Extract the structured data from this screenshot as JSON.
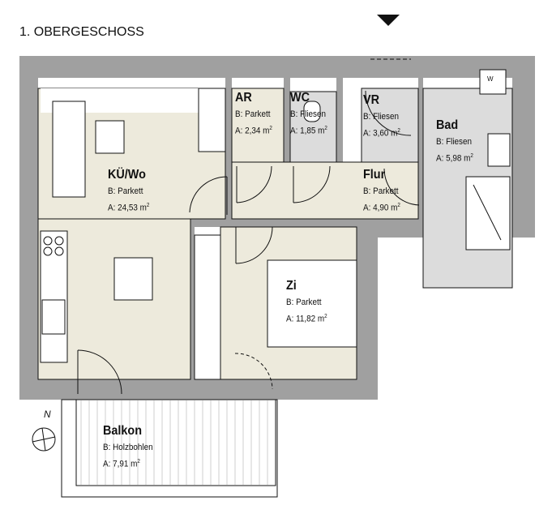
{
  "title": "1. OBERGESCHOSS",
  "north_label": "N",
  "colors": {
    "wall": "#a0a0a0",
    "dry_room": "#edeadc",
    "wet_room": "#dcdcdc",
    "line": "#111111"
  },
  "rooms": [
    {
      "name": "KÜ/Wo",
      "floor": "B: Parkett",
      "area": "A: 24,53 m",
      "area_unit_sup": "2"
    },
    {
      "name": "AR",
      "floor": "B: Parkett",
      "area": "A: 2,34 m",
      "area_unit_sup": "2"
    },
    {
      "name": "WC",
      "floor": "B: Fliesen",
      "area": "A: 1,85 m",
      "area_unit_sup": "2"
    },
    {
      "name": "VR",
      "floor": "B: Fliesen",
      "area": "A: 3,60 m",
      "area_unit_sup": "2"
    },
    {
      "name": "Bad",
      "floor": "B: Fliesen",
      "area": "A: 5,98 m",
      "area_unit_sup": "2"
    },
    {
      "name": "Flur",
      "floor": "B: Parkett",
      "area": "A: 4,90 m",
      "area_unit_sup": "2"
    },
    {
      "name": "Zi",
      "floor": "B: Parkett",
      "area": "A: 11,82 m",
      "area_unit_sup": "2"
    },
    {
      "name": "Balkon",
      "floor": "B: Holzbohlen",
      "area": "A: 7,91 m",
      "area_unit_sup": "2"
    }
  ],
  "fixtures": {
    "washer_label": "W"
  }
}
